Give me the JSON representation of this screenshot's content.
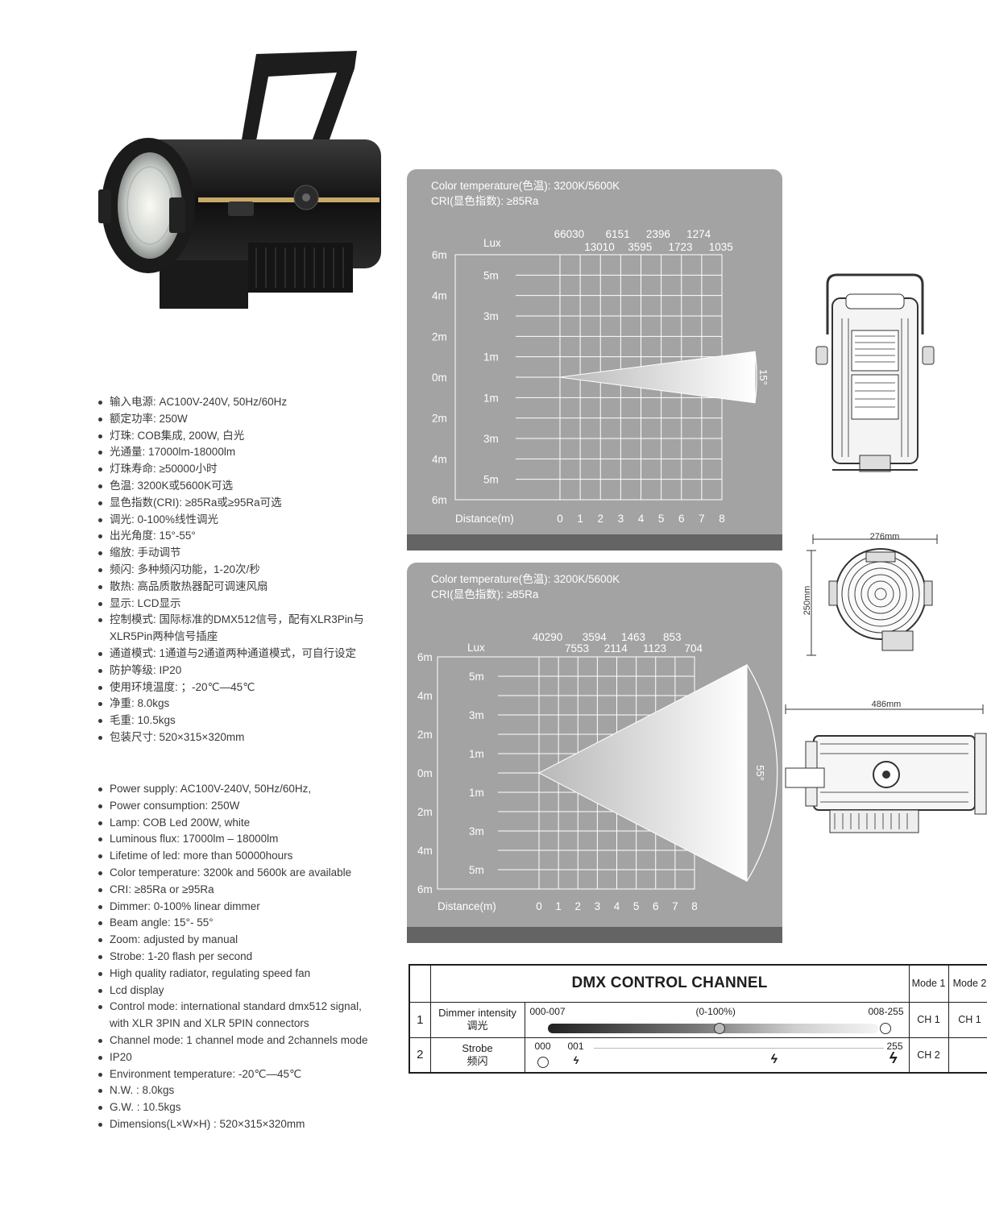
{
  "specs_cn": [
    "输入电源: AC100V-240V, 50Hz/60Hz",
    "额定功率: 250W",
    "灯珠: COB集成, 200W, 白光",
    "光通量: 17000lm-18000lm",
    "灯珠寿命: ≥50000小时",
    "色温: 3200K或5600K可选",
    "显色指数(CRI): ≥85Ra或≥95Ra可选",
    "调光: 0-100%线性调光",
    "出光角度: 15°-55°",
    "缩放: 手动调节",
    "频闪: 多种频闪功能，1-20次/秒",
    "散热: 高品质散热器配可调速风扇",
    "显示: LCD显示",
    "控制模式: 国际标准的DMX512信号，配有XLR3Pin与",
    "XLR5Pin两种信号插座",
    "通道模式: 1通道与2通道两种通道模式，可自行设定",
    "防护等级: IP20",
    "使用环境温度: ；-20℃—45℃",
    "净重: 8.0kgs",
    "毛重: 10.5kgs",
    "包装尺寸: 520×315×320mm"
  ],
  "specs_en": [
    "Power supply: AC100V-240V, 50Hz/60Hz,",
    "Power consumption: 250W",
    "Lamp: COB Led 200W, white",
    "Luminous flux: 17000lm – 18000lm",
    "Lifetime of led: more than 50000hours",
    "Color temperature: 3200k and 5600k are available",
    "CRI: ≥85Ra or ≥95Ra",
    "Dimmer: 0-100% linear dimmer",
    "Beam angle: 15°- 55°",
    "Zoom: adjusted by manual",
    "Strobe: 1-20 flash per second",
    "High quality radiator, regulating speed fan",
    "Lcd display",
    "Control mode: international standard dmx512 signal,",
    "with XLR 3PIN and XLR 5PIN connectors",
    "Channel mode: 1 channel mode and 2channels mode",
    "IP20",
    "Environment temperature: -20℃—45℃",
    "N.W. : 8.0kgs",
    "G.W. : 10.5kgs",
    "Dimensions(L×W×H) : 520×315×320mm"
  ],
  "chart_data": [
    {
      "type": "photometric-beam",
      "color_temp_label": "Color temperature(色温): 3200K/5600K",
      "cri_label": "CRI(显色指数): ≥85Ra",
      "lux_label": "Lux",
      "xlabel": "Distance(m)",
      "distances": [
        "0",
        "1",
        "2",
        "3",
        "4",
        "5",
        "6",
        "7",
        "8"
      ],
      "lux_values": [
        "66030",
        "13010",
        "6151",
        "3595",
        "2396",
        "1723",
        "1274",
        "1035"
      ],
      "left_axis": [
        "6m",
        "4m",
        "2m",
        "0m",
        "2m",
        "4m",
        "6m"
      ],
      "inner_labels": [
        "5m",
        "3m",
        "1m",
        "1m",
        "3m",
        "5m"
      ],
      "beam_angle": "15°",
      "beam_angle_deg": 15
    },
    {
      "type": "photometric-beam",
      "color_temp_label": "Color temperature(色温): 3200K/5600K",
      "cri_label": "CRI(显色指数): ≥85Ra",
      "lux_label": "Lux",
      "xlabel": "Distance(m)",
      "distances": [
        "0",
        "1",
        "2",
        "3",
        "4",
        "5",
        "6",
        "7",
        "8"
      ],
      "lux_values": [
        "40290",
        "7553",
        "3594",
        "2114",
        "1463",
        "1123",
        "853",
        "704"
      ],
      "left_axis": [
        "6m",
        "4m",
        "2m",
        "0m",
        "2m",
        "4m",
        "6m"
      ],
      "inner_labels": [
        "5m",
        "3m",
        "1m",
        "1m",
        "3m",
        "5m"
      ],
      "beam_angle": "55°",
      "beam_angle_deg": 55
    }
  ],
  "dimensions": {
    "width_label": "276mm",
    "height_label": "250mm",
    "length_label": "486mm"
  },
  "dmx": {
    "title": "DMX CONTROL CHANNEL",
    "mode1": "Mode 1",
    "mode2": "Mode 2",
    "rows": [
      {
        "num": "1",
        "name_en": "Dimmer intensity",
        "name_cn": "调光",
        "range_start": "000-007",
        "range_mid": "(0-100%)",
        "range_end": "008-255",
        "mode1": "CH 1",
        "mode2": "CH 1"
      },
      {
        "num": "2",
        "name_en": "Strobe",
        "name_cn": "频闪",
        "range_start": "000",
        "range_mid": "001",
        "range_end": "255",
        "mode1": "CH 2",
        "mode2": ""
      }
    ]
  }
}
